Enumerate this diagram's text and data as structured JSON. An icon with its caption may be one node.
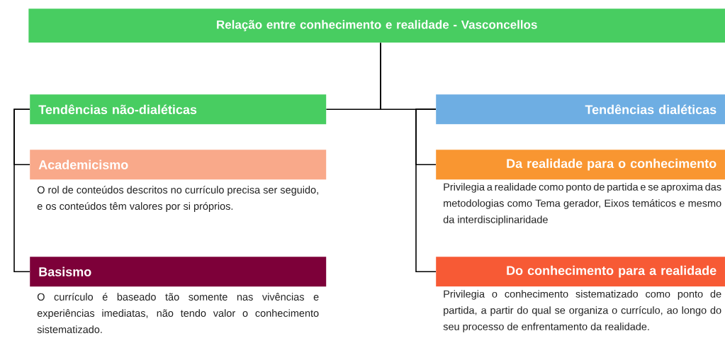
{
  "diagram": {
    "nodes": [
      {
        "text": [
          "Relação entre conhecimento e realidade - Vasconcellos"
        ]
      },
      {
        "text": [
          "Tendências não-dialéticas"
        ]
      },
      {
        "text": [
          "Academicismo"
        ],
        "beside": [
          "O rol de conteúdos descritos no currículo precisa ser seguido, e os conteúdos têm valores por si próprios."
        ]
      },
      {
        "text": [
          "Basismo"
        ],
        "beside": [
          "O currículo é baseado tão somente nas vivências e experiências imediatas, não tendo valor o conhecimento sistematizado."
        ]
      },
      {
        "text": [
          "Tendências dialéticas"
        ]
      },
      {
        "text": [
          "Da realidade para o conhecimento"
        ],
        "beside": [
          "Privilegia a realidade como ponto de partida e se aproxima das metodologias como Tema gerador, Eixos temáticos e mesmo da interdisciplinaridade"
        ]
      },
      {
        "text": [
          "Do conhecimento para a realidade"
        ],
        "beside": [
          "Privilegia o conhecimento sistematizado como ponto de partida, a partir do qual se organiza o currículo, ao longo do seu processo de enfrentamento da realidade."
        ]
      }
    ],
    "edges": [
      {
        "from": 0,
        "to": 1,
        "arrow": "none"
      },
      {
        "from": 0,
        "to": 4,
        "arrow": "none"
      },
      {
        "from": 1,
        "to": 2,
        "arrow": "none"
      },
      {
        "from": 1,
        "to": 3,
        "arrow": "none"
      },
      {
        "from": 4,
        "to": 5,
        "arrow": "none"
      },
      {
        "from": 4,
        "to": 6,
        "arrow": "none"
      }
    ]
  }
}
